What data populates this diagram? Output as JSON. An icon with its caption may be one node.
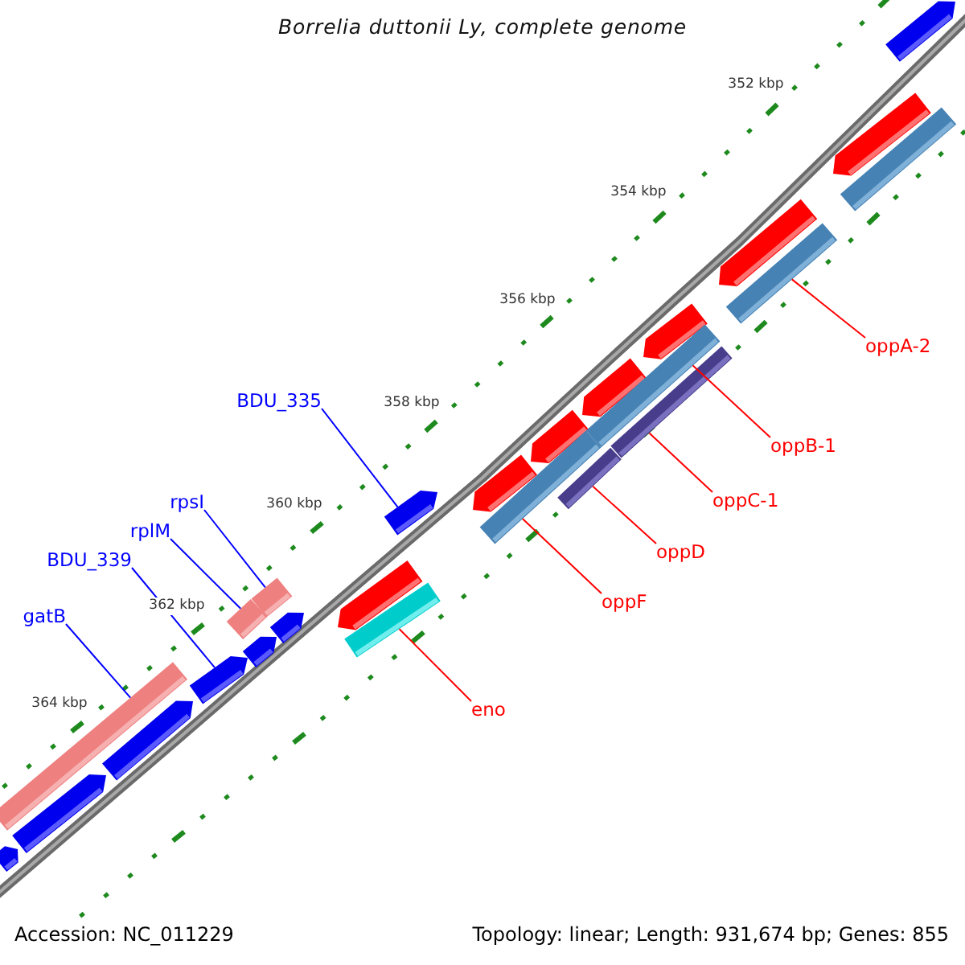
{
  "diagram": {
    "title": "Borrelia duttonii Ly, complete genome",
    "nodes": [
      {
        "text": [
          "oppA-2"
        ]
      },
      {
        "text": [
          "oppB-1"
        ]
      },
      {
        "text": [
          "BDU_335"
        ]
      },
      {
        "text": [
          "oppC-1"
        ]
      },
      {
        "text": [
          "rpsI"
        ]
      },
      {
        "text": [
          "oppD"
        ]
      },
      {
        "text": [
          "rplM"
        ]
      },
      {
        "text": [
          "BDU_339"
        ]
      },
      {
        "text": [
          "oppF"
        ]
      },
      {
        "text": [
          "gatB"
        ]
      },
      {
        "text": [
          "eno"
        ]
      },
      {
        "text": [],
        "shape": "arrow"
      },
      {
        "text": [],
        "shape": "arrow"
      },
      {
        "text": [],
        "shape": "bar"
      },
      {
        "text": [],
        "shape": "arrow"
      },
      {
        "text": [],
        "shape": "bar"
      },
      {
        "text": [],
        "shape": "arrow"
      },
      {
        "text": [],
        "shape": "arrow"
      },
      {
        "text": [],
        "shape": "arrow"
      },
      {
        "text": [],
        "shape": "bar"
      },
      {
        "text": [],
        "shape": "bar"
      },
      {
        "text": [],
        "shape": "arrow"
      },
      {
        "text": [],
        "shape": "bar"
      },
      {
        "text": [],
        "shape": "bar"
      },
      {
        "text": [],
        "shape": "arrow"
      },
      {
        "text": [],
        "shape": "arrow"
      },
      {
        "text": [],
        "shape": "bar"
      },
      {
        "text": [],
        "shape": "bar"
      },
      {
        "text": [],
        "shape": "bar"
      },
      {
        "text": [],
        "shape": "arrow"
      },
      {
        "text": [],
        "shape": "arrow"
      },
      {
        "text": [],
        "shape": "arrow"
      },
      {
        "text": [],
        "shape": "bar"
      },
      {
        "text": [],
        "shape": "arrow"
      },
      {
        "text": [],
        "shape": "arrow"
      },
      {
        "text": [],
        "shape": "arrow"
      }
    ],
    "edges": [
      {
        "from": 0,
        "to": 15,
        "arrow": "none"
      },
      {
        "from": 1,
        "to": 19,
        "arrow": "none"
      },
      {
        "from": 2,
        "to": 24,
        "arrow": "none",
        "color": "#0000ff"
      },
      {
        "from": 3,
        "to": 20,
        "arrow": "none"
      },
      {
        "from": 4,
        "to": 27,
        "arrow": "none",
        "color": "#0000ff"
      },
      {
        "from": 5,
        "to": 22,
        "arrow": "none"
      },
      {
        "from": 6,
        "to": 28,
        "arrow": "none",
        "color": "#0000ff"
      },
      {
        "from": 7,
        "to": 31,
        "arrow": "none",
        "color": "#0000ff"
      },
      {
        "from": 8,
        "to": 23,
        "arrow": "none"
      },
      {
        "from": 9,
        "to": 32,
        "arrow": "none",
        "color": "#0000ff"
      },
      {
        "from": 10,
        "to": 26,
        "arrow": "none"
      }
    ],
    "labels": [
      "352 kbp",
      "354 kbp",
      "356 kbp",
      "358 kbp",
      "360 kbp",
      "362 kbp",
      "364 kbp",
      "Accession: NC_011229",
      "Topology: linear; Length: 931,674 bp; Genes: 855"
    ]
  }
}
